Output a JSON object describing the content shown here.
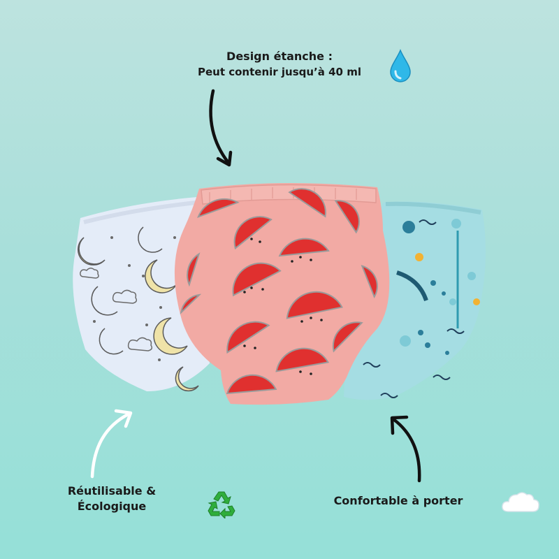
{
  "captions": {
    "top_line1": "Design étanche :",
    "top_line2": "Peut contenir jusqu’à 40 ml",
    "left_line1": "Réutilisable &",
    "left_line2": "Écologique",
    "right": "Confortable à porter"
  },
  "icons": {
    "top": "water-drop-icon",
    "left": "recycle-icon",
    "right": "cloud-icon"
  },
  "colors": {
    "background_top": "#bde3df",
    "background_bottom": "#95e0d8",
    "accent_drop": "#2fb8e8",
    "accent_recycle": "#2fae3c",
    "panty_left": "#e4ecf8",
    "panty_center": "#f2aaa4",
    "panty_right": "#a5dde3",
    "watermelon": "#e0302f"
  }
}
